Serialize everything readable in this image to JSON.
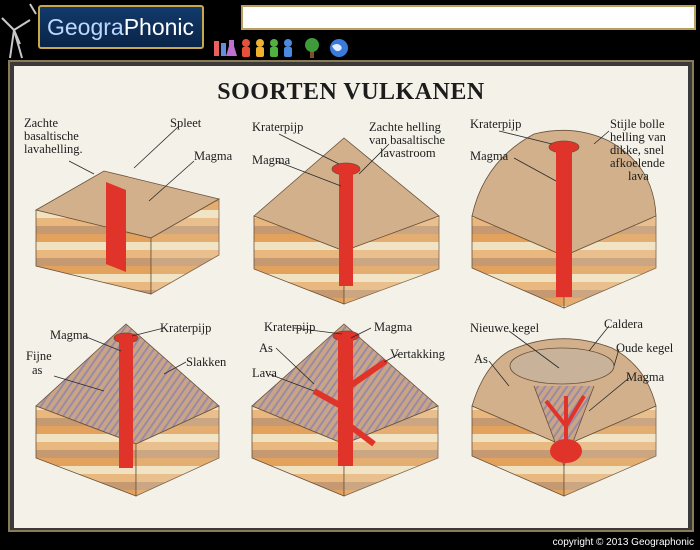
{
  "header": {
    "logo_part1": "Geogra",
    "logo_part2": "Phonic",
    "search_value": ""
  },
  "toolbar": {
    "icons": [
      "flask-icon",
      "people-icon",
      "tree-icon",
      "globe-icon"
    ]
  },
  "chart": {
    "title": "SOORTEN VULKANEN"
  },
  "panels": [
    {
      "labels": [
        "Zachte",
        "basaltische",
        "lavahelling.",
        "Spleet",
        "Magma"
      ]
    },
    {
      "labels": [
        "Kraterpijp",
        "Magma",
        "Zachte helling",
        "van basaltische",
        "lavastroom"
      ]
    },
    {
      "labels": [
        "Kraterpijp",
        "Magma",
        "Stijle bolle",
        "helling van",
        "dikke, snel",
        "afkoelende",
        "lava"
      ]
    },
    {
      "labels": [
        "Magma",
        "Kraterpijp",
        "Fijne",
        "as",
        "Slakken"
      ]
    },
    {
      "labels": [
        "Kraterpijp",
        "Magma",
        "As",
        "Lava",
        "Vertakking"
      ]
    },
    {
      "labels": [
        "Nieuwe kegel",
        "Caldera",
        "Oude kegel",
        "As",
        "Magma"
      ]
    }
  ],
  "footer": {
    "copyright": "copyright © 2013 Geographonic"
  },
  "colors": {
    "magma": "#e0342a",
    "rock_top": "#d2b08c",
    "layer_orange": "#e2a25e",
    "layer_cream": "#f0e2c0",
    "layer_brown": "#9c6a44"
  }
}
